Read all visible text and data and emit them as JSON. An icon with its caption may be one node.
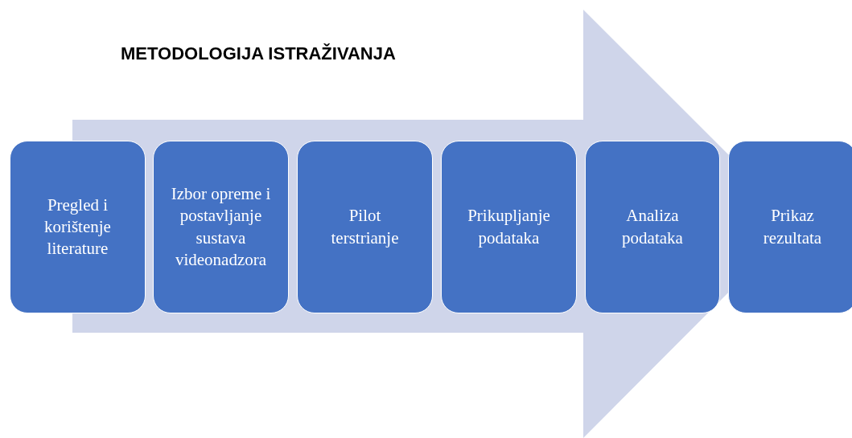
{
  "diagram": {
    "title": "METODOLOGIJA ISTRAŽIVANJA",
    "nodes": [
      {
        "text": [
          "Pregled i korištenje literature"
        ]
      },
      {
        "text": [
          "Izbor opreme i postavljanje sustava videonadzora"
        ]
      },
      {
        "text": [
          "Pilot terstrianje"
        ]
      },
      {
        "text": [
          "Prikupljanje podataka"
        ]
      },
      {
        "text": [
          "Analiza podataka"
        ]
      },
      {
        "text": [
          "Prikaz rezultata"
        ]
      }
    ],
    "edges": [
      {
        "from": 0,
        "to": 5,
        "arrow": "to",
        "style": "thick"
      }
    ]
  }
}
